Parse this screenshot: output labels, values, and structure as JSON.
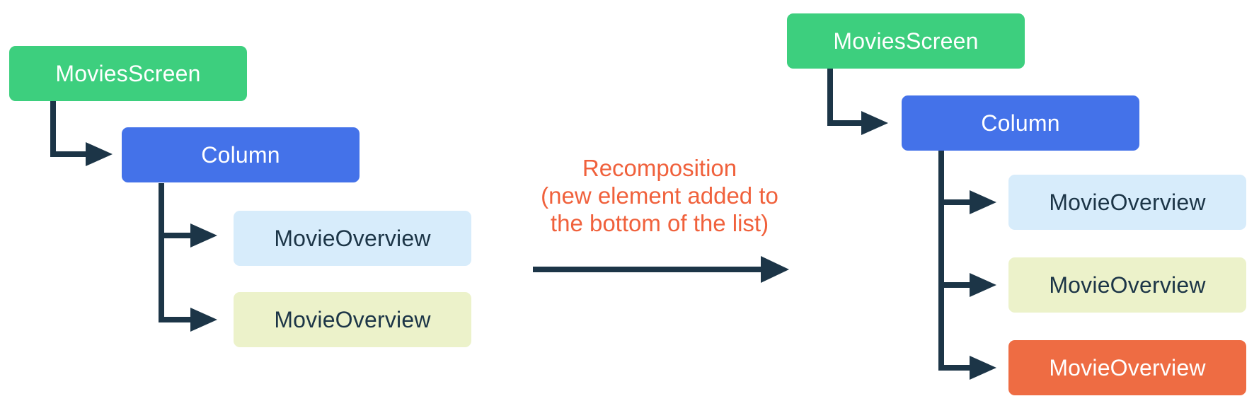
{
  "diagram": {
    "left_tree": {
      "movies_screen": "MoviesScreen",
      "column": "Column",
      "movie_overview_1": "MovieOverview",
      "movie_overview_2": "MovieOverview"
    },
    "right_tree": {
      "movies_screen": "MoviesScreen",
      "column": "Column",
      "movie_overview_1": "MovieOverview",
      "movie_overview_2": "MovieOverview",
      "movie_overview_3": "MovieOverview"
    },
    "annotation": {
      "line1": "Recomposition",
      "line2": "(new element added to",
      "line3": "the bottom of the list)"
    },
    "colors": {
      "node_green": "#3DCF7E",
      "node_blue": "#4472E9",
      "node_light_blue": "#D7ECFB",
      "node_light_green": "#ECF2CA",
      "node_orange": "#EE6C43",
      "annotation_text": "#F0613C",
      "connector": "#1C3547"
    }
  }
}
